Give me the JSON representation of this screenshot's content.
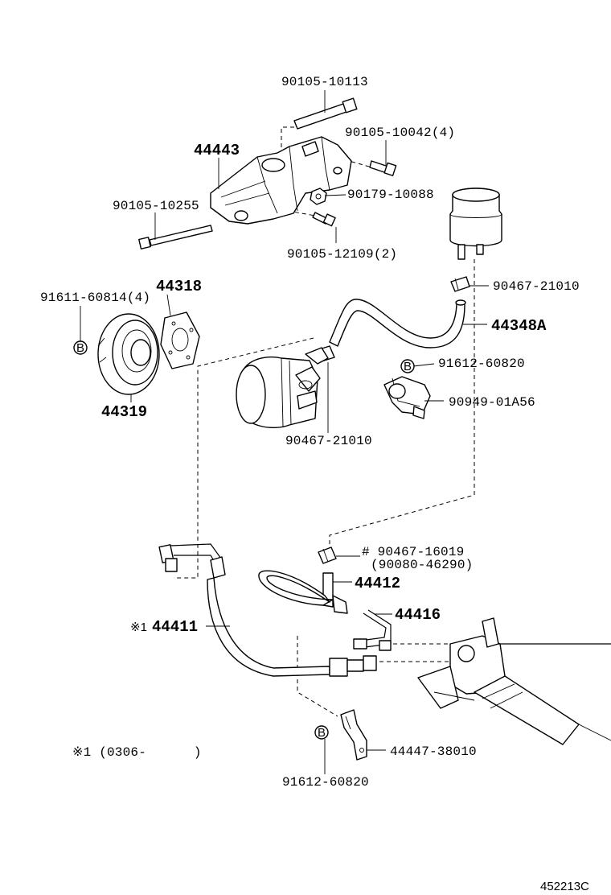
{
  "labels": {
    "bolt_top": "90105-10113",
    "bolt_4": "90105-10042(4)",
    "bracket": "44443",
    "nut": "90179-10088",
    "bolt_long": "90105-10255",
    "bolt_2": "90105-12109(2)",
    "pulley_bolt": "91611-60814(4)",
    "plate": "44318",
    "pulley": "44319",
    "clamp_top": "90467-21010",
    "hose_return": "44348A",
    "clip_b": "91612-60820",
    "clamp_bracket": "90949-01A56",
    "clamp_pump": "90467-21010",
    "clamp_low": "# 90467-16019",
    "clamp_low_alt": "(90080-46290)",
    "hose_44412": "44412",
    "tube_44416": "44416",
    "hose_44411": "44411",
    "hose_44411_mark": "※1",
    "bracket_44447": "44447-38010",
    "clip_b2": "91612-60820",
    "note": "※1 (0306-      )",
    "badge_b": "B",
    "figure_code": "452213C"
  }
}
